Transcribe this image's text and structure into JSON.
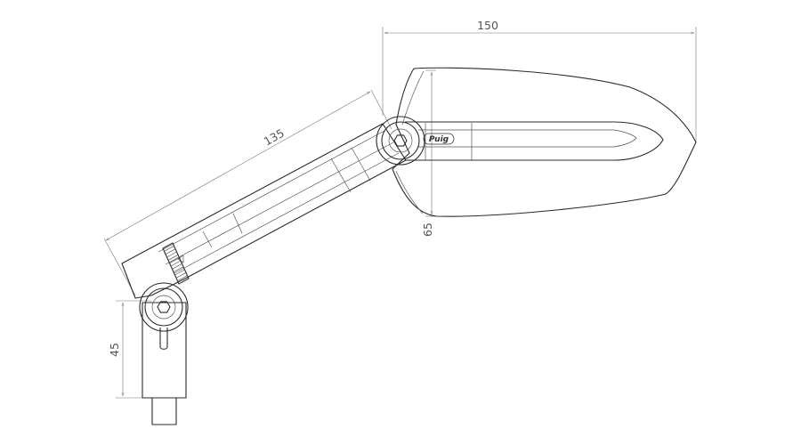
{
  "dimensions": {
    "width_top": "150",
    "arm_length": "135",
    "mirror_height": "65",
    "stem_height": "45"
  },
  "logo": {
    "text": "Puig"
  }
}
